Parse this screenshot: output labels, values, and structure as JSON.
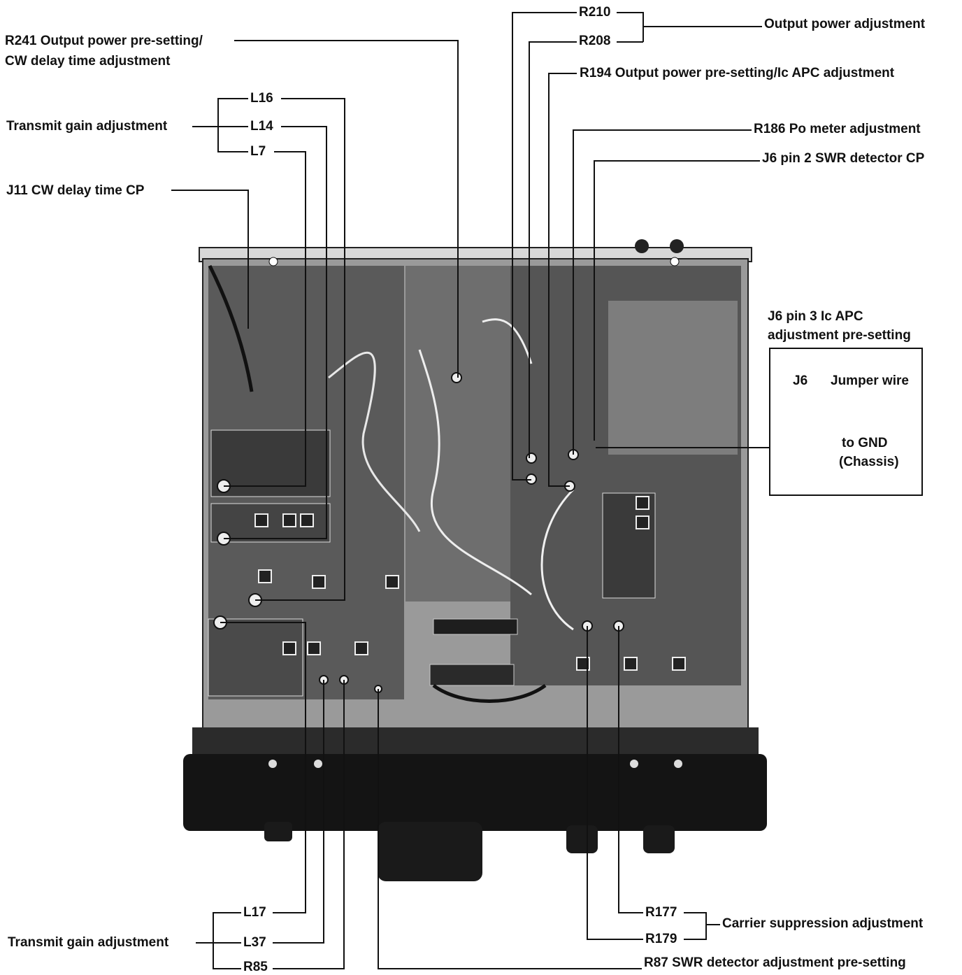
{
  "labels": {
    "r210": "R210",
    "r208": "R208",
    "output_power_adjustment": "Output power adjustment",
    "r241_line1": "R241  Output power pre-setting/",
    "r241_line2": "CW delay time adjustment",
    "r194": "R194  Output power pre-setting/Ic APC adjustment",
    "l16": "L16",
    "l14": "L14",
    "l7": "L7",
    "transmit_gain_top": "Transmit gain adjustment",
    "r186": "R186  Po meter adjustment",
    "j6_pin2": "J6 pin 2 SWR detector CP",
    "j11": "J11  CW delay time CP",
    "j6_pin3_line1": "J6 pin 3 Ic APC",
    "j6_pin3_line2": "adjustment pre-setting",
    "inset_j6": "J6",
    "inset_jumper": "Jumper wire",
    "inset_to_gnd": "to GND",
    "inset_chassis": "(Chassis)",
    "l17": "L17",
    "l37": "L37",
    "r85": "R85",
    "transmit_gain_bottom": "Transmit gain adjustment",
    "r177": "R177",
    "r179": "R179",
    "carrier_suppression": "Carrier suppression adjustment",
    "r87": "R87  SWR detector adjustment pre-setting"
  },
  "colors": {
    "ink": "#111111",
    "chassis_dark": "#1b1b1b",
    "board": "#4a4a4a",
    "board_light": "#8a8a8a"
  }
}
